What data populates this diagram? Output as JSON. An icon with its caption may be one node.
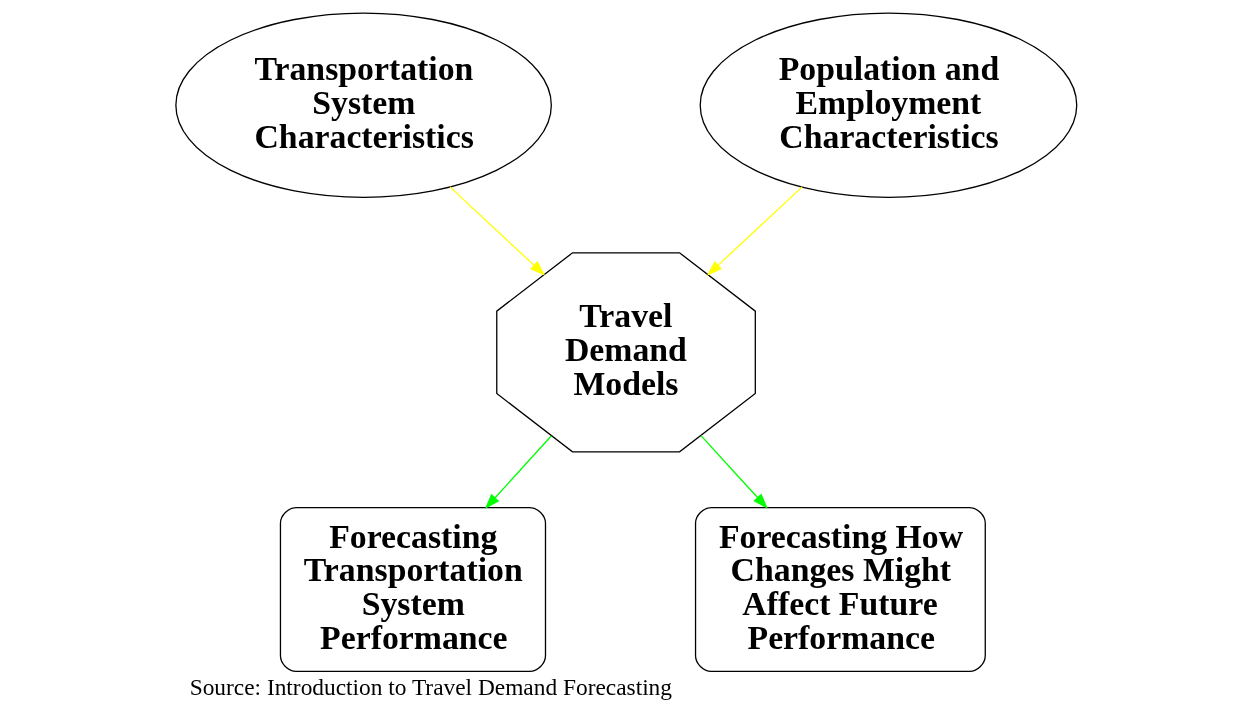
{
  "diagram": {
    "caption": "Source: Introduction to Travel Demand Forecasting",
    "nodes": [
      {
        "text": [
          "Transportation System Characteristics"
        ]
      },
      {
        "text": [
          "Population and Employment Characteristics"
        ]
      },
      {
        "text": [
          "Travel Demand Models"
        ]
      },
      {
        "text": [
          "Forecasting Transportation System Performance"
        ]
      },
      {
        "text": [
          "Forecasting How Changes Might Affect Future Performance"
        ]
      }
    ],
    "edges": [
      {
        "from": 0,
        "to": 2,
        "arrow": "to",
        "color": "#ffff00"
      },
      {
        "from": 1,
        "to": 2,
        "arrow": "to",
        "color": "#ffff00"
      },
      {
        "from": 2,
        "to": 3,
        "arrow": "to",
        "color": "#00ff00"
      },
      {
        "from": 2,
        "to": 4,
        "arrow": "to",
        "color": "#00ff00"
      }
    ]
  }
}
